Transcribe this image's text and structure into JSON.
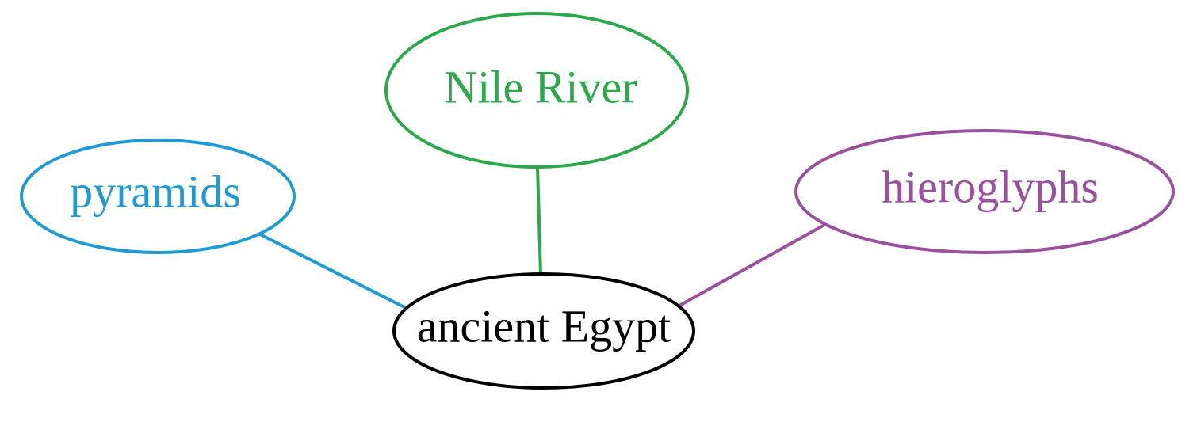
{
  "diagram": {
    "center": {
      "label": "ancient Egypt",
      "color": "#000000"
    },
    "nodes": [
      {
        "id": "nile",
        "label": "Nile River",
        "color": "#2ba84a"
      },
      {
        "id": "pyramids",
        "label": "pyramids",
        "color": "#1e9ad6"
      },
      {
        "id": "hieroglyphs",
        "label": "hieroglyphs",
        "color": "#9b4f9f"
      }
    ]
  }
}
